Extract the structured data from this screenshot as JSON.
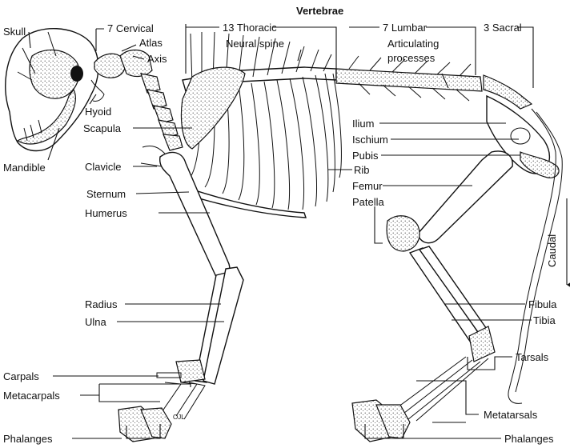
{
  "diagram": {
    "heading": "Vertebrae",
    "labels": {
      "skull": "Skull",
      "cervical": "7 Cervical",
      "atlas": "Atlas",
      "axis": "Axis",
      "hyoid": "Hyoid",
      "scapula": "Scapula",
      "mandible": "Mandible",
      "clavicle": "Clavicle",
      "sternum": "Sternum",
      "humerus": "Humerus",
      "thoracic": "13 Thoracic",
      "neural_spine": "Neural spine",
      "lumbar": "7 Lumbar",
      "articulating_1": "Articulating",
      "articulating_2": "processes",
      "sacral": "3 Sacral",
      "ilium": "Ilium",
      "ischium": "Ischium",
      "pubis": "Pubis",
      "rib": "Rib",
      "femur": "Femur",
      "patella": "Patella",
      "caudal": "Caudal",
      "radius": "Radius",
      "ulna": "Ulna",
      "fibula": "Fibula",
      "tibia": "Tibia",
      "carpals": "Carpals",
      "metacarpals": "Metacarpals",
      "tarsals": "Tarsals",
      "metatarsals": "Metatarsals",
      "phalanges_front": "Phalanges",
      "phalanges_hind": "Phalanges",
      "initials": "OJL"
    }
  }
}
